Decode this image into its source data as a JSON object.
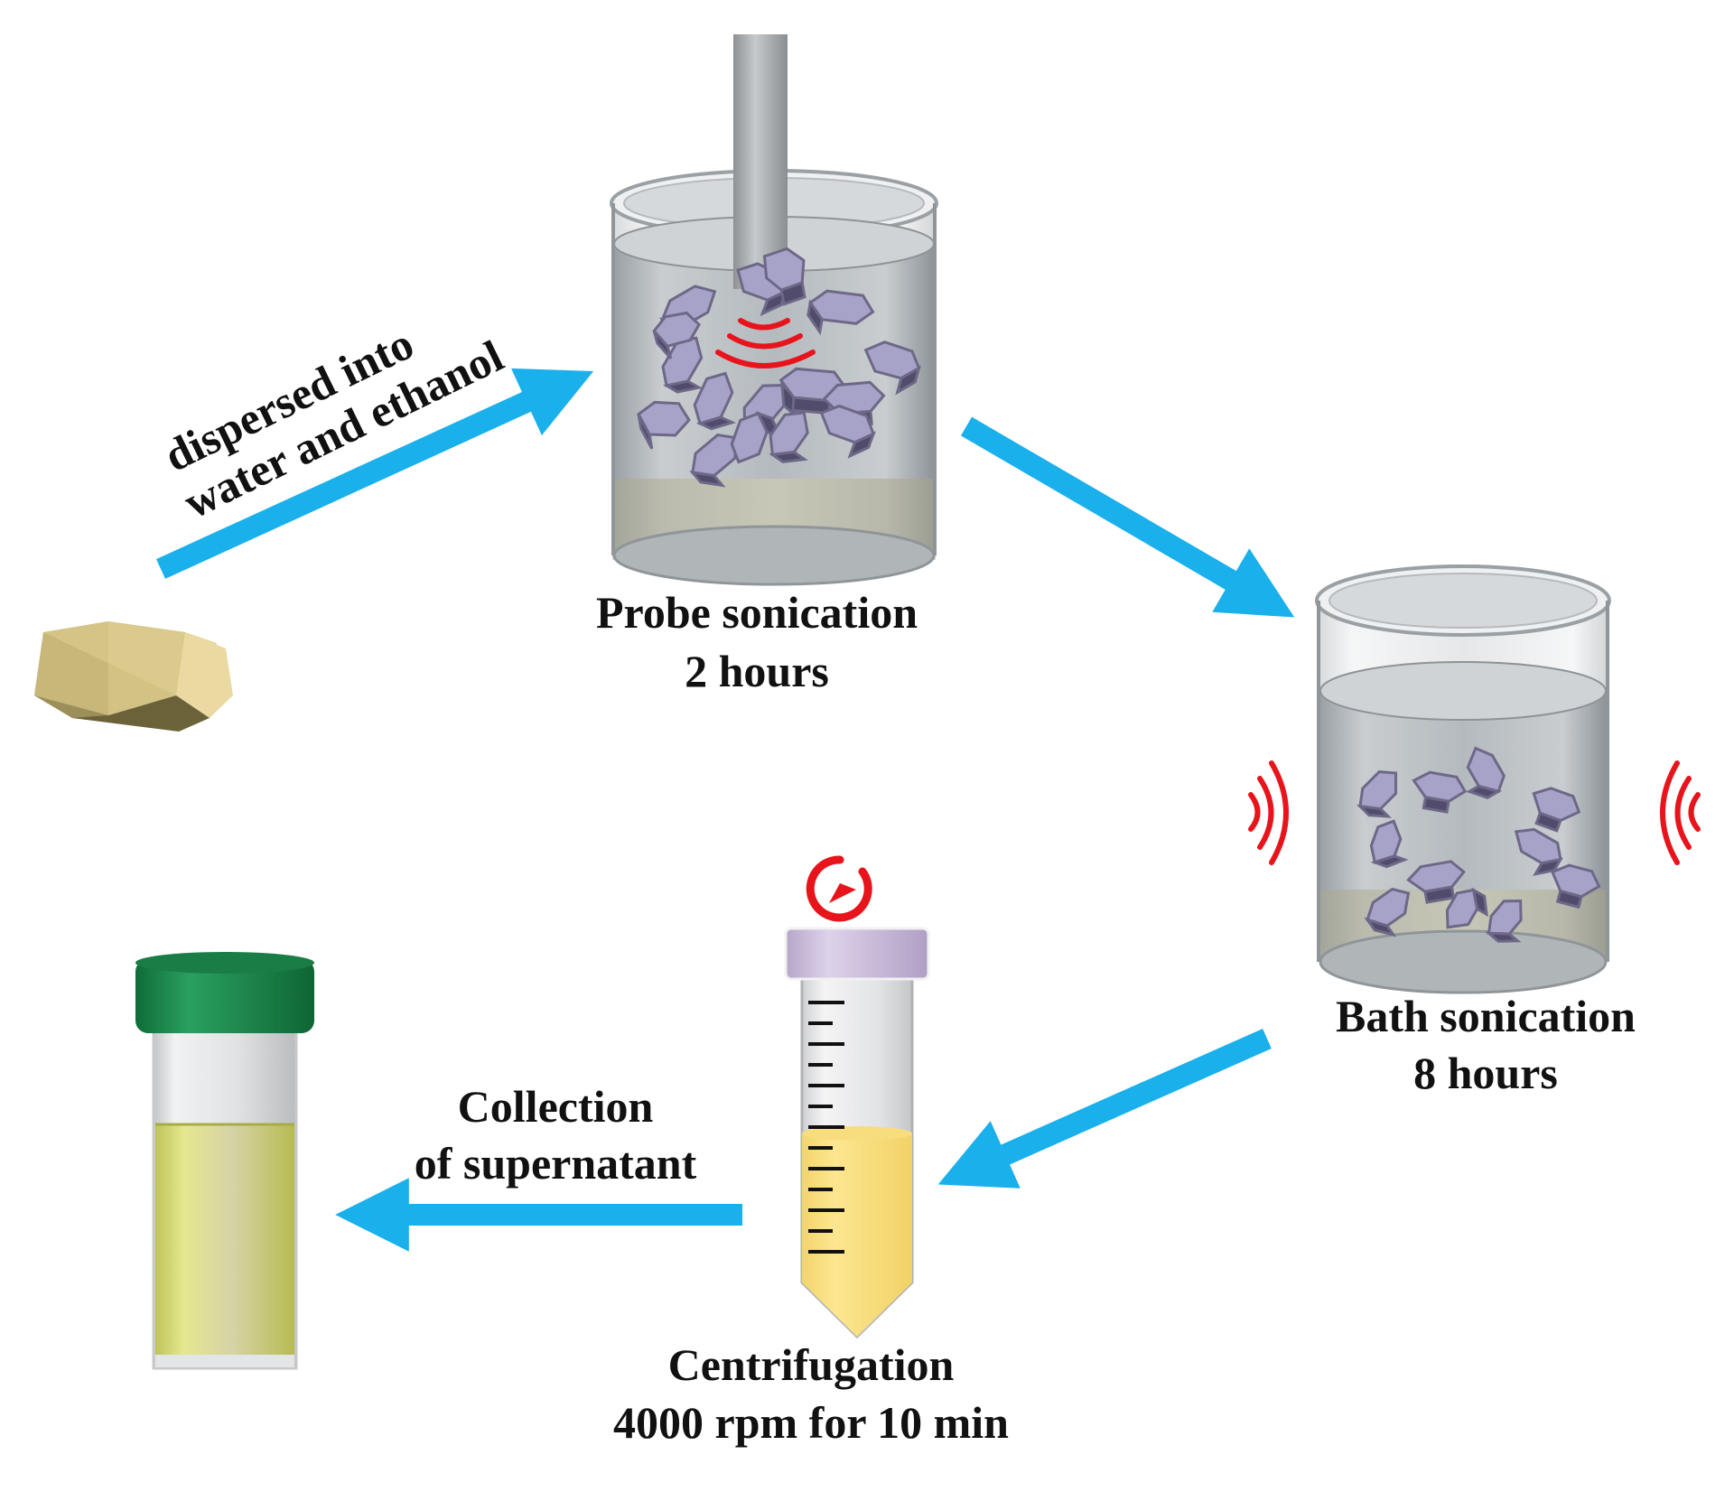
{
  "steps": {
    "disperse": {
      "line1": "dispersed into",
      "line2": "water and ethanol"
    },
    "probe": {
      "line1": "Probe sonication",
      "line2": "2 hours"
    },
    "bath": {
      "line1": "Bath sonication",
      "line2": "8 hours"
    },
    "centrifuge": {
      "line1": "Centrifugation",
      "line2": "4000 rpm for 10 min"
    },
    "collect": {
      "line1": "Collection",
      "line2": "of supernatant"
    }
  },
  "colors": {
    "arrow": "#1ab0ec",
    "wave": "#e8141c",
    "flake": "#a7a2c8",
    "crystal": "#d8c88a",
    "centrifuge_liquid": "#fbe283",
    "vial_liquid": "#d9de86",
    "vial_cap": "#1e8a4e",
    "tube_cap": "#c8b8dc"
  }
}
